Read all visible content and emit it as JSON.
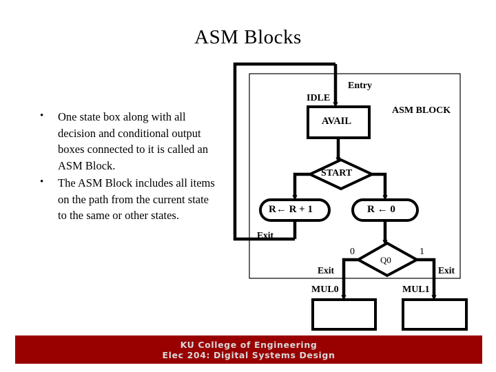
{
  "slide": {
    "title": "ASM Blocks",
    "background_color": "#ffffff"
  },
  "bullets": [
    {
      "marker": "•",
      "text": "One state box along with all decision and conditional output boxes connected to it is called an ASM Block."
    },
    {
      "marker": "•",
      "text": "The ASM Block includes all items on the path from the current state to the same or other states."
    }
  ],
  "diagram": {
    "block_label": "ASM BLOCK",
    "entry_label": "Entry",
    "state_boxes": [
      {
        "name": "AVAIL",
        "state_label": "IDLE",
        "text": "AVAIL"
      },
      {
        "name": "MUL0",
        "state_label": "MUL0",
        "text": ""
      },
      {
        "name": "MUL1",
        "state_label": "MUL1",
        "text": ""
      }
    ],
    "decisions": [
      {
        "name": "START",
        "text": "START"
      },
      {
        "name": "Q0",
        "text": "Q0",
        "branch_0": "0",
        "branch_1": "1"
      }
    ],
    "conditional_outputs": [
      {
        "name": "increment",
        "text": "R← R + 1"
      },
      {
        "name": "clear",
        "text": "R ← 0"
      }
    ],
    "exit_labels": [
      "Exit",
      "Exit",
      "Exit"
    ],
    "line_color": "#000000"
  },
  "footer": {
    "line1": "KU College of Engineering",
    "line2": "Elec 204: Digital Systems Design",
    "background_color": "#990000",
    "text_color": "#d8d8d8"
  }
}
